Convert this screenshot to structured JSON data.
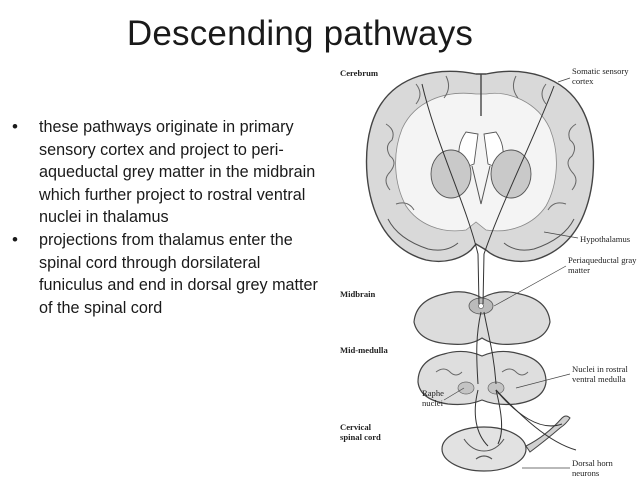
{
  "slide": {
    "title": "Descending pathways",
    "bullets": [
      "these pathways originate in primary sensory cortex and project to peri-aqueductal grey matter in the midbrain which further project to rostral ventral nuclei in thalamus",
      "projections from thalamus enter the spinal cord through dorsilateral funiculus and end in dorsal grey matter of the spinal cord"
    ]
  },
  "figure": {
    "labels": {
      "cerebrum": "Cerebrum",
      "somatic_1": "Somatic sensory",
      "somatic_2": "cortex",
      "hypothalamus": "Hypothalamus",
      "pag_1": "Periaqueductal gray",
      "pag_2": "matter",
      "midbrain": "Midbrain",
      "midmedulla": "Mid-medulla",
      "nuclei_1": "Nuclei in rostral",
      "nuclei_2": "ventral medulla",
      "raphe_1": "Raphe",
      "raphe_2": "nuclei",
      "cervical_1": "Cervical",
      "cervical_2": "spinal cord",
      "dorsal_1": "Dorsal horn",
      "dorsal_2": "neurons"
    }
  }
}
